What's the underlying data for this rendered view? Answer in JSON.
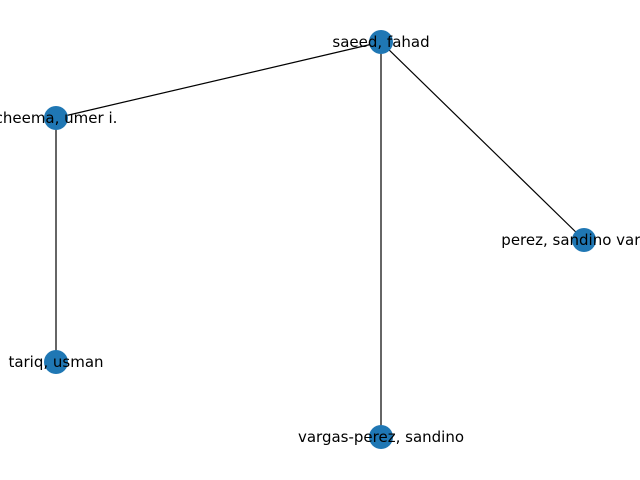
{
  "graph": {
    "node_color": "#1f77b4",
    "edge_color": "#000000",
    "nodes": [
      {
        "id": "saeed",
        "label": "saeed, fahad"
      },
      {
        "id": "cheema",
        "label": "cheema, umer i."
      },
      {
        "id": "perez",
        "label": "perez, sandino vargas"
      },
      {
        "id": "tariq",
        "label": "tariq, usman"
      },
      {
        "id": "vargas",
        "label": "vargas-perez, sandino"
      }
    ],
    "edges": [
      {
        "source": "saeed",
        "target": "cheema"
      },
      {
        "source": "saeed",
        "target": "perez"
      },
      {
        "source": "saeed",
        "target": "vargas"
      },
      {
        "source": "cheema",
        "target": "tariq"
      }
    ]
  }
}
